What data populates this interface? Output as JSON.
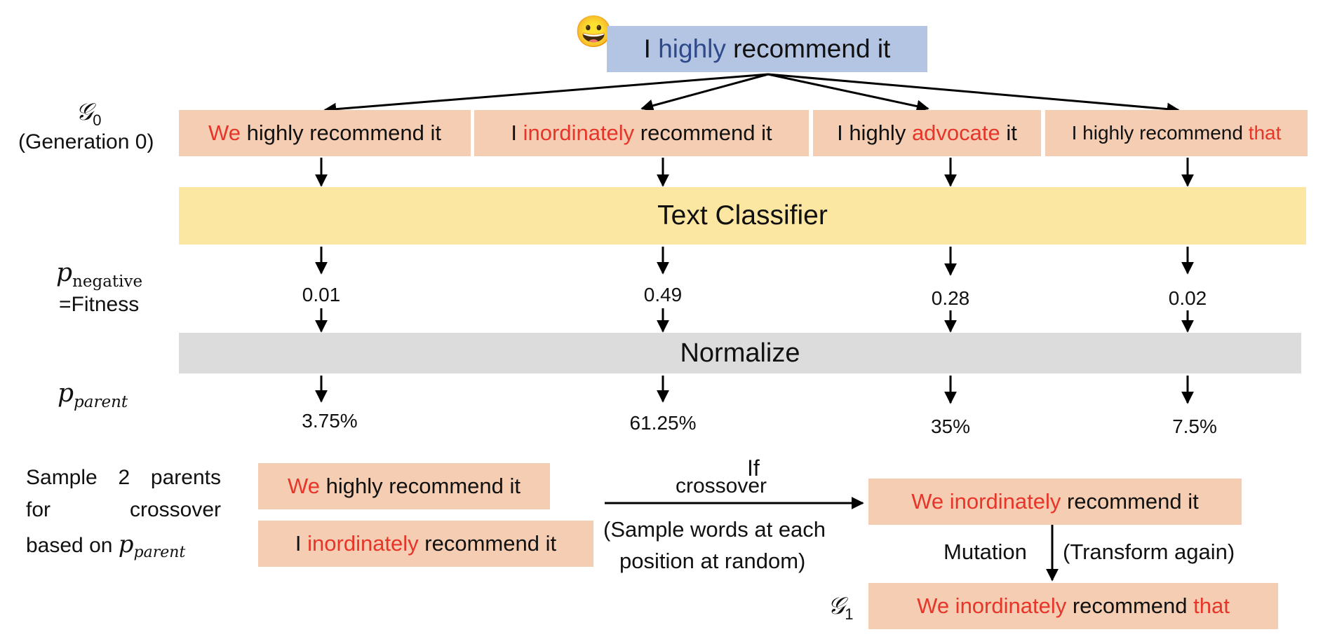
{
  "root": {
    "emoji": "😀",
    "pre": "I ",
    "highlight": "highly",
    "post": " recommend it"
  },
  "g0": {
    "symbol": "𝒢",
    "sub": "0",
    "caption": "(Generation 0)"
  },
  "candidates": [
    {
      "pre": "",
      "red": "We",
      "post": " highly recommend it"
    },
    {
      "pre": "I ",
      "red": "inordinately",
      "post": " recommend it"
    },
    {
      "pre": "I highly ",
      "red": "advocate",
      "post": " it"
    },
    {
      "pre": "I highly recommend ",
      "red": "that",
      "post": ""
    }
  ],
  "classifier": {
    "label": "Text Classifier"
  },
  "fitness": {
    "p": "p",
    "sub": "negative",
    "label": "=Fitness",
    "values": [
      "0.01",
      "0.49",
      "0.28",
      "0.02"
    ]
  },
  "normalize": {
    "label": "Normalize"
  },
  "parent": {
    "p": "p",
    "sub": "parent",
    "values": [
      "3.75%",
      "61.25%",
      "35%",
      "7.5%"
    ]
  },
  "sampling": {
    "line1": "Sample 2 parents",
    "line2a": "for",
    "line2b": "crossover",
    "line3": "based on ",
    "p": "p",
    "sub": "parent"
  },
  "parents": [
    {
      "pre": "",
      "red": "We",
      "post": " highly recommend it"
    },
    {
      "pre": "I ",
      "red": "inordinately",
      "post": " recommend it"
    }
  ],
  "crossover": {
    "if": "If",
    "label": "crossover",
    "note1": "(Sample words at each",
    "note2": "position at random)"
  },
  "child": {
    "red": "We inordinately",
    "post": " recommend it"
  },
  "mutation": {
    "label": "Mutation",
    "note": "(Transform again)"
  },
  "g1": {
    "symbol": "𝒢",
    "sub": "1",
    "red1": "We inordinately",
    "mid": " recommend ",
    "red2": "that"
  },
  "colors": {
    "peach": "#f4cdb2",
    "root_box": "#b4c5e4",
    "classifier": "#fbe6a2",
    "normalize": "#dcdcdc",
    "red": "#e8352a",
    "blue": "#2f4a8a"
  }
}
